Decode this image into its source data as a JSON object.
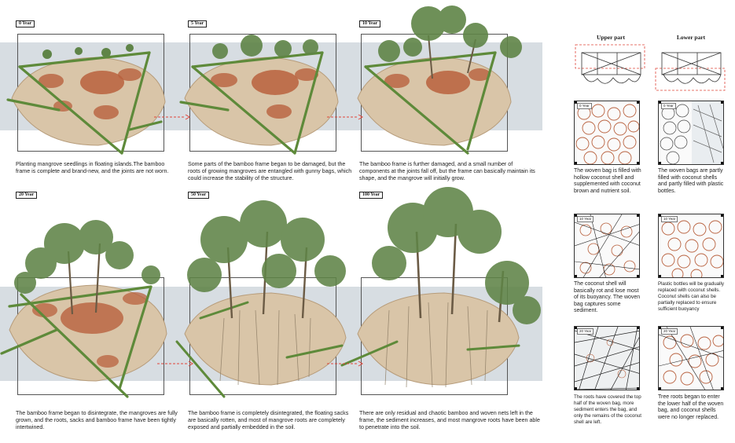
{
  "stages": [
    {
      "year": "0 Year",
      "caption": "Planting mangrove seedlings in floating islands.The bamboo frame is complete and brand-new, and the joints are not worn."
    },
    {
      "year": "5 Year",
      "caption": "Some parts of the bamboo frame began to be damaged, but the roots of growing mangroves are entangled with gunny bags, which could increase the stability of the structure."
    },
    {
      "year": "10 Year",
      "caption": "The bamboo frame is further damaged, and a small number of components at the joints fall off, but the frame can basically maintain its shape, and the mangrove will initially grow."
    },
    {
      "year": "20 Year",
      "caption": "The bamboo frame began to disintegrate, the mangroves are fully grown, and the roots, sacks and bamboo frame have been tightly intertwined."
    },
    {
      "year": "50 Year",
      "caption": "The bamboo frame is completely disintegrated, the floating sacks are basically rotten, and most of mangrove roots are completely exposed and partially embedded in the soil."
    },
    {
      "year": "100 Year",
      "caption": "There are only residual and chaotic bamboo and woven nets left in the frame, the sediment increases, and most mangrove roots have been able to penetrate into the soil."
    }
  ],
  "columns": {
    "upper": "Upper part",
    "lower": "Lower part"
  },
  "tiles": [
    {
      "year": "0 Year",
      "upper": "The woven bag is filled with hollow coconut shell and supplemented with coconut brown and nutrient soil.",
      "lower": "The woven bags are partly filled with coconut shells and partly filled with plastic bottles."
    },
    {
      "year": "10 Year",
      "upper": "The coconut shell will basically rot and lose most of its buoyancy. The woven bag captures some sediment.",
      "lower": "Plastic bottles will be gradually replaced with coconut shells. Coconut shells can also be partially replaced to ensure sufficient buoyancy"
    },
    {
      "year": "20 Year",
      "upper": "The roots have covered the top half of the woven bag, more sediment enters the bag, and only the remains of the coconut shell are left.",
      "lower": "Tree roots began to enter the lower half of the woven bag, and coconut shells were no longer replaced."
    }
  ],
  "colors": {
    "band": "#d7dde2",
    "bamboo": "#5e8a3a",
    "bag": "#b8603d",
    "soil": "#d9c5a8",
    "foliage": "#5f8447",
    "highlight": "#e0453a"
  }
}
